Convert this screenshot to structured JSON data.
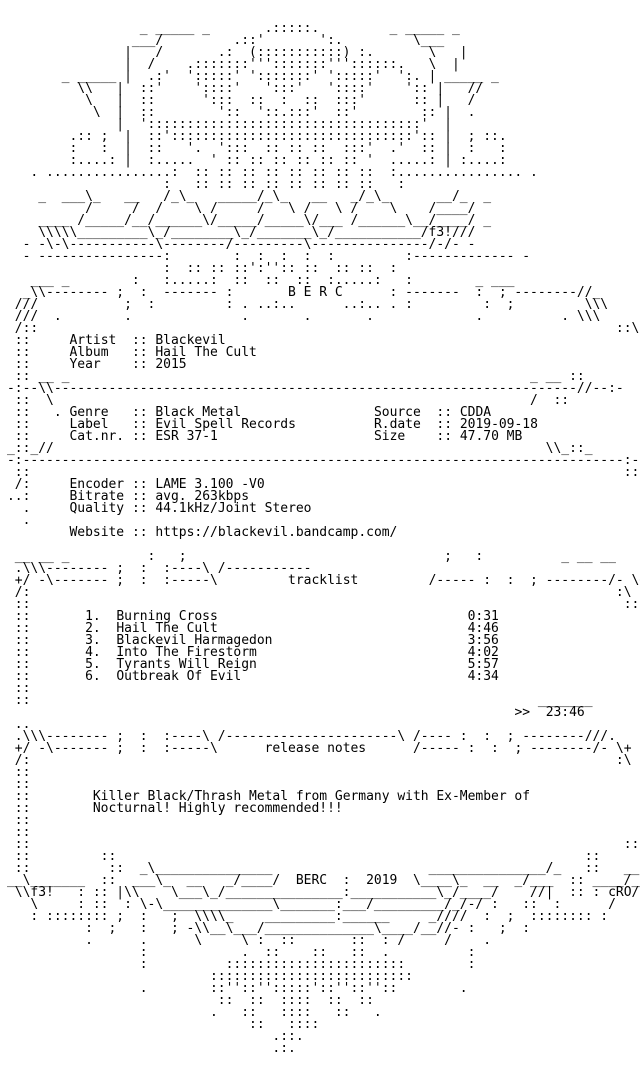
{
  "art": {
    "top": [
      "                 _ _____ _       .:::::.         _ _____ _",
      "                ___/         .::'       ':.         \\___",
      "               |   /       .:  (:::::::::::) :.       \\   |",
      "               |  /    .:::::::''':::::::'''::::::.   \\  |",
      "       _ _____ |  .:'  ':::::' ':::::::' ':::::'  ':. | _____ _",
      "         \\\\   |  ::'    '::::'   ':::'   '::::'    ':: |   //",
      "          \\   |  ::      ':::  ::  :  ::  :::'      :: |   /",
      "           \\  |  ::        '::  '::.:::'  ::'        :: |  .",
      "              |  ':::::::::::::::::::::::::::::::::::'  |",
      "        .:: ;  |  ::':::::::::::::::::::::::::::::::':: |  ; ::.",
      "        :   :  |  ::   '.  ':::  :: :: ::  :::'  .'  :: |  :   :",
      "        :....: |  :.....  ' :: :: :: :: :: :: '  .....: | :....:",
      "   . ................:  :: :: :: :: :: :: :: ::  :................ .",
      "                    :   :: :: :: :: :: :: :: ::   :",
      "    _  ___\\_   __   /_\\_   _____/_\\_   __   _/_\\_      __/_  _",
      "          /     /  /    \\ /     /   \\ /   \\ /    \\    /____/",
      "    ____ /_____/__/______\\/_____/_____\\/___ /______\\__/____/ _",
      "    \\\\\\\\\\_________\\_/________\\_/_______\\_/___________/f3!///",
      "  - -\\-\\-----------\\--------/---------\\---------------/-/- -",
      "  - ----------------:        :  :  :  :  :         :------------- -",
      "                    :  :: :: ::':'':: ::  :: ::  :",
      "   ___ _        :   :.....:  ::  ::  ::  :.....:   :        _ ___",
      "  _\\\\-------- ;  :  ------- :       B E R C      : -------  :  ; --------//_",
      " ///           ;  :         : . ..:..      ..:.. . :         :  ;         \\\\\\",
      " ///  .        .              .       .       .             .          . \\\\\\"
    ],
    "dividerA": " :: __ _                                                           _ __ ::",
    "dividerB": "-:--\\\\-------------------------------------------------------------------//--:-",
    "dividerC": " ::  \\                                                             /  ::",
    "dividerD": "_::_//                                                               \\\\_::_",
    "dividerE": "-:-----------------------------------------------------------------------------:-",
    "sectionFrameTop1": " __ __ _          :   ;                                 ;   :          _ __ __",
    "sectionFrameTop2": " .\\\\\\-------- ;  :  :----\\ /----------------------\\ /---- :  :  ; --------///.",
    "sectionFrameBot": " +/ -\\------- ;  :  :-----\\                          /----- :  :  ; --------/- \\+",
    "sectionFrameAfter": " /:                                                                           :\\",
    "bottom": [
      " ::                                                                            ::",
      " ::         ::                                                            ::",
      " ::          ::  _\\_______________                    _______________/_   ::   __",
      "__\\_______  ::  ___\\_  __   _/____/  BERC  :  2019  \\____\\_  __  _/___  :: ____/__",
      " \\\\f3!   : :: |\\\\    \\___\\_/_______________:___________\\_/____/    //|  :: : cRO///",
      "   \\     : ::  : \\-\\______________\\_______:___/_________/_/-/ :   ::  :      /",
      "   : :::::::: ;  :   ;  \\\\\\\\_    _________:______     _////  :  ;  :::::::: :",
      "          :  ;   :   ; -\\\\__\\___/______________\\____/__//- :   ;  :",
      "          .      .      \\     \\ :  ::       ::  : /     /    .",
      "                 :            .  ::    ::   ::  .          :",
      "                 :          :::::::::::::::::::::::        :",
      "                          ::::::::::::::::::::::::::",
      "                 .        ::''::'':::::'::''::''::        .",
      "                           ::  ::  ::::  ::  ::",
      "                          .   ::   ::::   ::   .",
      "                               ::   ::::",
      "                                  .::.",
      "                                  .:."
    ]
  },
  "info": {
    "artist_label": "Artist",
    "artist": "Blackevil",
    "album_label": "Album",
    "album": "Hail The Cult",
    "year_label": "Year",
    "year": "2015",
    "genre_label": "Genre",
    "genre": "Black Metal",
    "label_label": "Label",
    "label": "Evil Spell Records",
    "catnr_label": "Cat.nr.",
    "catnr": "ESR 37-1",
    "source_label": "Source",
    "source": "CDDA",
    "rdate_label": "R.date",
    "rdate": "2019-09-18",
    "size_label": "Size",
    "size": "47.70 MB",
    "encoder_label": "Encoder",
    "encoder": "LAME 3.100 -V0",
    "bitrate_label": "Bitrate",
    "bitrate": "avg. 263kbps",
    "quality_label": "Quality",
    "quality": "44.1kHz/Joint Stereo",
    "website_label": "Website",
    "website": "https://blackevil.bandcamp.com/"
  },
  "tracklist": {
    "title": "tracklist",
    "tracks": [
      {
        "no": "1.",
        "title": "Burning Cross",
        "time": "0:31"
      },
      {
        "no": "2.",
        "title": "Hail The Cult",
        "time": "4:46"
      },
      {
        "no": "3.",
        "title": "Blackevil Harmagedon",
        "time": "3:56"
      },
      {
        "no": "4.",
        "title": "Into The Firestorm",
        "time": "4:02"
      },
      {
        "no": "5.",
        "title": "Tyrants Will Reign",
        "time": "5:57"
      },
      {
        "no": "6.",
        "title": "Outbreak Of Evil",
        "time": "4:34"
      }
    ],
    "total_marker": ">>",
    "total": "23:46"
  },
  "release_notes": {
    "title": "release notes",
    "lines": [
      "Killer Black/Thrash Metal from Germany with Ex-Member of",
      "Nocturnal! Highly recommended!!!"
    ]
  }
}
